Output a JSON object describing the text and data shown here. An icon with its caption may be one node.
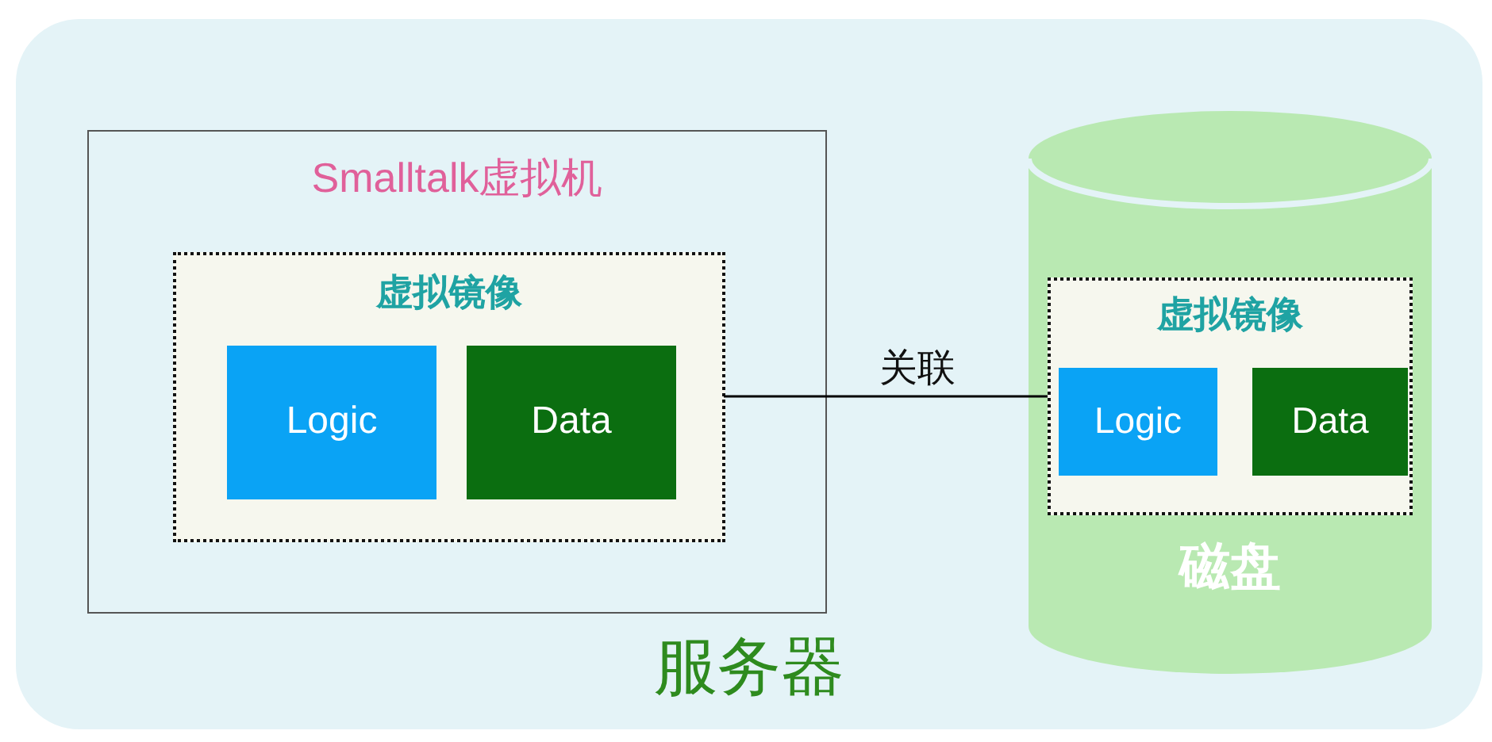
{
  "diagram": {
    "nodes": [
      {
        "text": [
          "服务器"
        ]
      },
      {
        "text": [
          "Smalltalk虚拟机"
        ],
        "in": 0
      },
      {
        "text": [
          "虚拟镜像"
        ],
        "in": 1
      },
      {
        "text": [
          "Logic"
        ],
        "in": 2
      },
      {
        "text": [
          "Data"
        ],
        "in": 2
      },
      {
        "text": [
          "磁盘"
        ],
        "in": 0
      },
      {
        "text": [
          "虚拟镜像"
        ],
        "in": 5
      },
      {
        "text": [
          "Logic"
        ],
        "in": 6
      },
      {
        "text": [
          "Data"
        ],
        "in": 6
      }
    ],
    "edges": [
      {
        "from": 2,
        "to": 6,
        "arrow": "none",
        "label": "关联"
      }
    ]
  }
}
